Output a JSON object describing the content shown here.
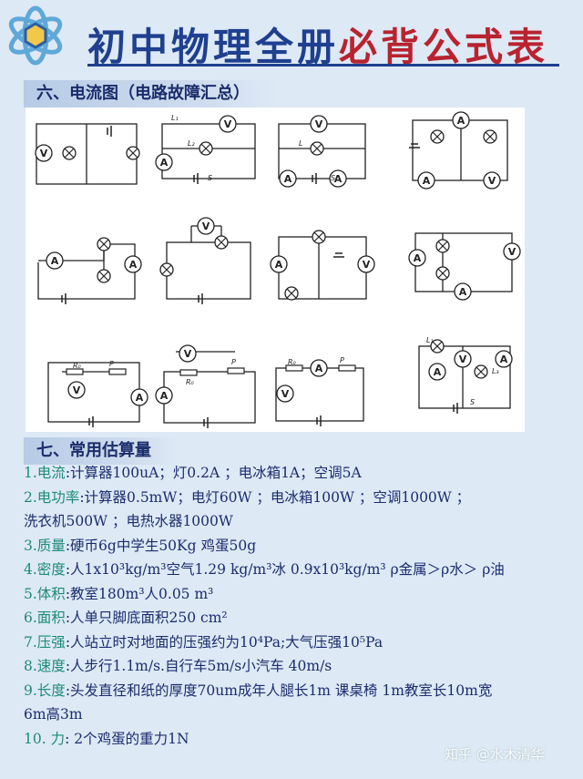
{
  "header": {
    "title_main": "初中物理全册",
    "title_accent": "必背公式表"
  },
  "section6": {
    "label": "六、电流图（电路故障汇总）"
  },
  "section7": {
    "label": "七、常用估算量"
  },
  "circuit_labels": {
    "ammeter": "A",
    "voltmeter": "V",
    "L1": "L₁",
    "L2": "L₂",
    "L": "L",
    "L3": "L₃",
    "S": "S",
    "R0": "R₀",
    "P": "P"
  },
  "estimates": [
    {
      "num": "1.",
      "key": "电流",
      "text": ":计算器100uA；灯0.2A ；电冰箱1A；空调5A"
    },
    {
      "num": "2.",
      "key": "电功率",
      "text": ":计算器0.5mW；电灯60W ；电冰箱100W ；空调1000W ；"
    },
    {
      "num": "",
      "key": "",
      "text": "洗衣机500W ；电热水器1000W"
    },
    {
      "num": "3.",
      "key": "质量",
      "text": ":硬币6g中学生50Kg 鸡蛋50g"
    },
    {
      "num": "4.",
      "key": "密度",
      "text": ":人1x10³kg/m³空气1.29 kg/m³冰 0.9x10³kg/m³  ρ金属＞ρ水＞ ρ油"
    },
    {
      "num": "5.",
      "key": "体积",
      "text": ":教室180m³人0.05 m³"
    },
    {
      "num": "6.",
      "key": "面积",
      "text": ":人单只脚底面积250 cm²"
    },
    {
      "num": "7.",
      "key": "压强",
      "text": ":人站立时对地面的压强约为10⁴Pa;大气压强10⁵Pa"
    },
    {
      "num": "8.",
      "key": "速度",
      "text": ":人步行1.1m/s.自行车5m/s小汽车 40m/s"
    },
    {
      "num": "9.",
      "key": "长度",
      "text": ":头发直径和纸的厚度70um成年人腿长1m 课桌椅 1m教室长10m宽"
    },
    {
      "num": "",
      "key": "",
      "text": "6m高3m"
    },
    {
      "num": "10.",
      "key": " 力",
      "text": ": 2个鸡蛋的重力1N"
    }
  ],
  "watermark": "知乎 @水木清华",
  "colors": {
    "title_blue": "#1f3f8f",
    "title_red": "#b8232f",
    "text_navy": "#1c2c6e",
    "key_teal": "#1f8a78"
  }
}
